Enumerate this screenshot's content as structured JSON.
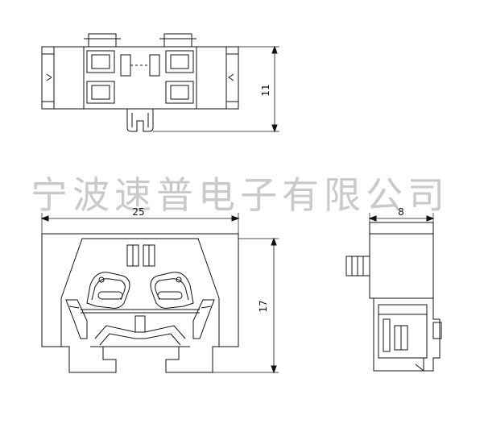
{
  "watermark": "宁波速普电子有限公司",
  "dimensions": {
    "top_height": "11",
    "front_width": "25",
    "front_height": "17",
    "side_width": "8"
  },
  "colors": {
    "line": "#111111",
    "watermark": "#c9c9c9"
  }
}
